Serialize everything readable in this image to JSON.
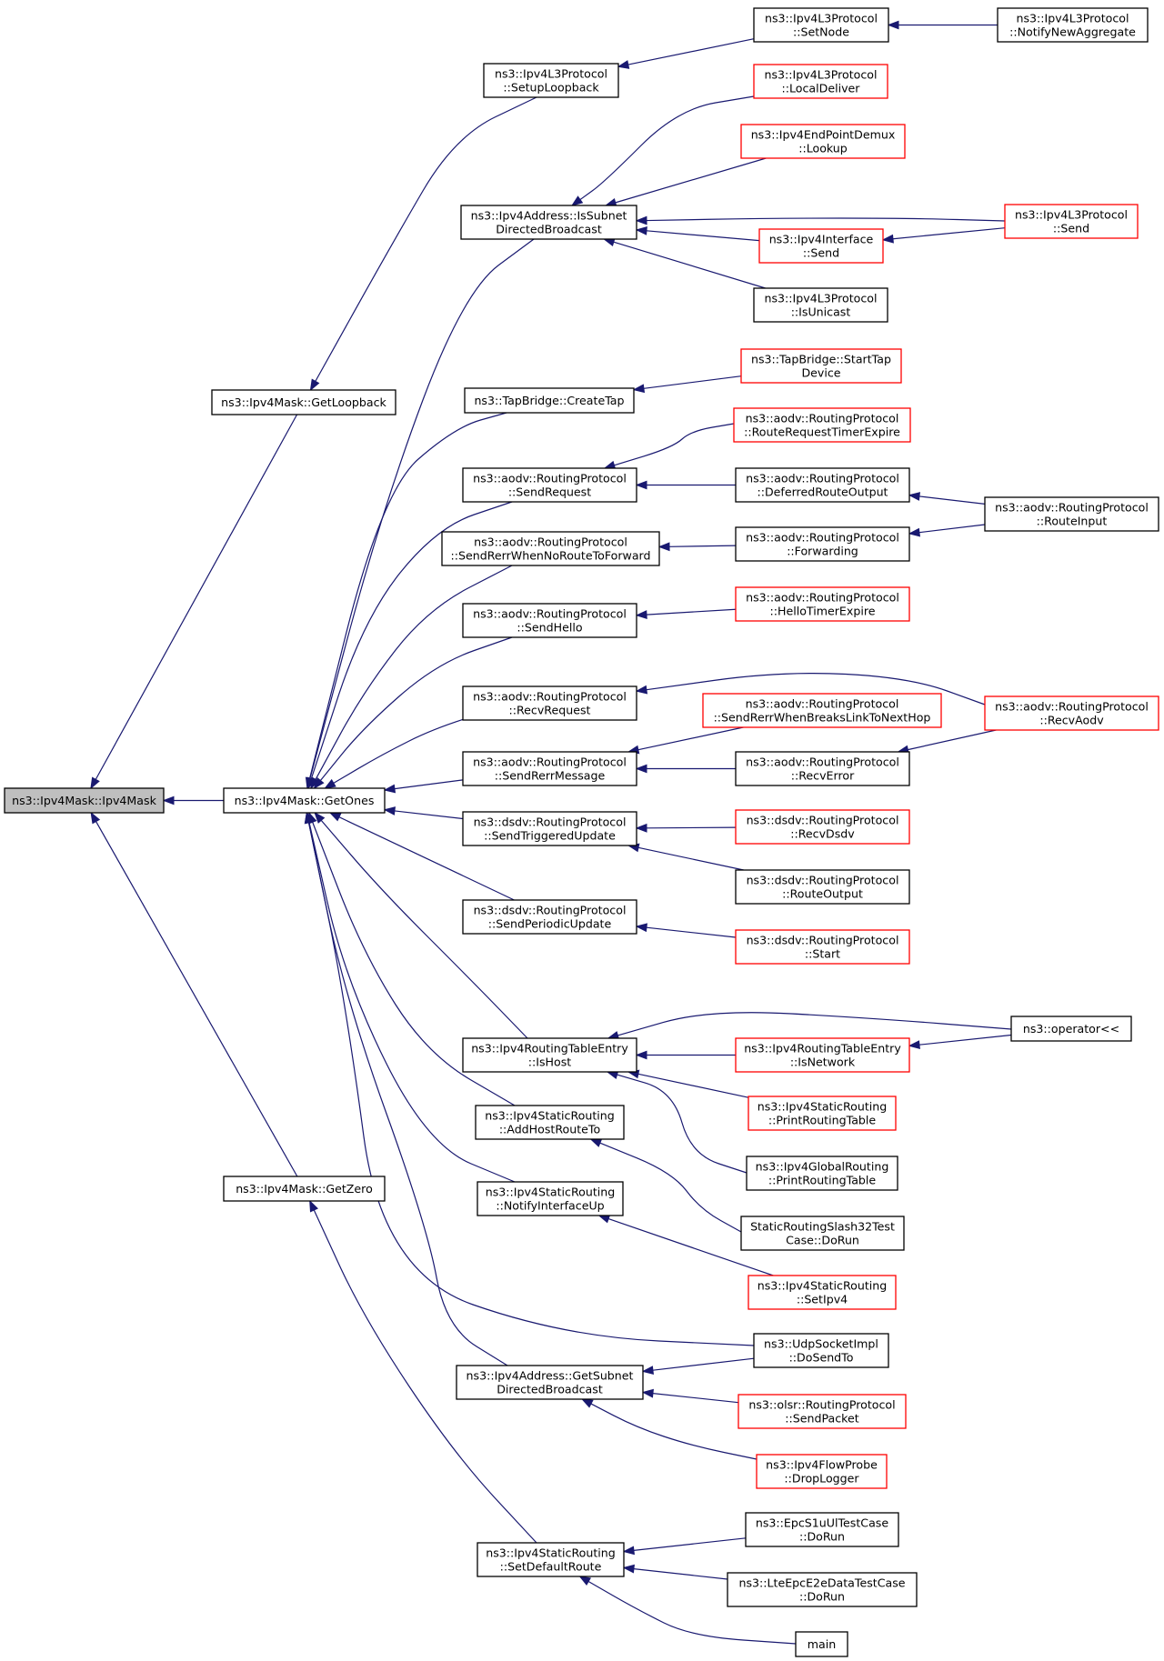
{
  "nodes": [
    {
      "id": "root",
      "lines": [
        "ns3::Ipv4Mask::Ipv4Mask"
      ],
      "style": "root"
    },
    {
      "id": "getloopback",
      "lines": [
        "ns3::Ipv4Mask::GetLoopback"
      ],
      "style": "black"
    },
    {
      "id": "getones",
      "lines": [
        "ns3::Ipv4Mask::GetOnes"
      ],
      "style": "black"
    },
    {
      "id": "getzero",
      "lines": [
        "ns3::Ipv4Mask::GetZero"
      ],
      "style": "black"
    },
    {
      "id": "setuploopback",
      "lines": [
        "ns3::Ipv4L3Protocol",
        "::SetupLoopback"
      ],
      "style": "black"
    },
    {
      "id": "setnode",
      "lines": [
        "ns3::Ipv4L3Protocol",
        "::SetNode"
      ],
      "style": "black"
    },
    {
      "id": "notifynewagg",
      "lines": [
        "ns3::Ipv4L3Protocol",
        "::NotifyNewAggregate"
      ],
      "style": "black"
    },
    {
      "id": "issubnet",
      "lines": [
        "ns3::Ipv4Address::IsSubnet",
        "DirectedBroadcast"
      ],
      "style": "black"
    },
    {
      "id": "localdeliver",
      "lines": [
        "ns3::Ipv4L3Protocol",
        "::LocalDeliver"
      ],
      "style": "red"
    },
    {
      "id": "lookup",
      "lines": [
        "ns3::Ipv4EndPointDemux",
        "::Lookup"
      ],
      "style": "red"
    },
    {
      "id": "ifsend",
      "lines": [
        "ns3::Ipv4Interface",
        "::Send"
      ],
      "style": "red"
    },
    {
      "id": "l3send",
      "lines": [
        "ns3::Ipv4L3Protocol",
        "::Send"
      ],
      "style": "red"
    },
    {
      "id": "isunicast",
      "lines": [
        "ns3::Ipv4L3Protocol",
        "::IsUnicast"
      ],
      "style": "black"
    },
    {
      "id": "createtap",
      "lines": [
        "ns3::TapBridge::CreateTap"
      ],
      "style": "black"
    },
    {
      "id": "starttap",
      "lines": [
        "ns3::TapBridge::StartTap",
        "Device"
      ],
      "style": "red"
    },
    {
      "id": "sendrequest",
      "lines": [
        "ns3::aodv::RoutingProtocol",
        "::SendRequest"
      ],
      "style": "black"
    },
    {
      "id": "rrtexpire",
      "lines": [
        "ns3::aodv::RoutingProtocol",
        "::RouteRequestTimerExpire"
      ],
      "style": "red"
    },
    {
      "id": "deferred",
      "lines": [
        "ns3::aodv::RoutingProtocol",
        "::DeferredRouteOutput"
      ],
      "style": "black"
    },
    {
      "id": "routeinput",
      "lines": [
        "ns3::aodv::RoutingProtocol",
        "::RouteInput"
      ],
      "style": "black"
    },
    {
      "id": "sendrerrnoroute",
      "lines": [
        "ns3::aodv::RoutingProtocol",
        "::SendRerrWhenNoRouteToForward"
      ],
      "style": "black"
    },
    {
      "id": "forwarding",
      "lines": [
        "ns3::aodv::RoutingProtocol",
        "::Forwarding"
      ],
      "style": "black"
    },
    {
      "id": "sendhello",
      "lines": [
        "ns3::aodv::RoutingProtocol",
        "::SendHello"
      ],
      "style": "black"
    },
    {
      "id": "hellotimer",
      "lines": [
        "ns3::aodv::RoutingProtocol",
        "::HelloTimerExpire"
      ],
      "style": "red"
    },
    {
      "id": "recvrequest",
      "lines": [
        "ns3::aodv::RoutingProtocol",
        "::RecvRequest"
      ],
      "style": "black"
    },
    {
      "id": "sendrerrbreaks",
      "lines": [
        "ns3::aodv::RoutingProtocol",
        "::SendRerrWhenBreaksLinkToNextHop"
      ],
      "style": "red"
    },
    {
      "id": "recvaodv",
      "lines": [
        "ns3::aodv::RoutingProtocol",
        "::RecvAodv"
      ],
      "style": "red"
    },
    {
      "id": "sendrerrmsg",
      "lines": [
        "ns3::aodv::RoutingProtocol",
        "::SendRerrMessage"
      ],
      "style": "black"
    },
    {
      "id": "recverror",
      "lines": [
        "ns3::aodv::RoutingProtocol",
        "::RecvError"
      ],
      "style": "black"
    },
    {
      "id": "sendtriggered",
      "lines": [
        "ns3::dsdv::RoutingProtocol",
        "::SendTriggeredUpdate"
      ],
      "style": "black"
    },
    {
      "id": "recvdsdv",
      "lines": [
        "ns3::dsdv::RoutingProtocol",
        "::RecvDsdv"
      ],
      "style": "red"
    },
    {
      "id": "routeoutput",
      "lines": [
        "ns3::dsdv::RoutingProtocol",
        "::RouteOutput"
      ],
      "style": "black"
    },
    {
      "id": "sendperiodic",
      "lines": [
        "ns3::dsdv::RoutingProtocol",
        "::SendPeriodicUpdate"
      ],
      "style": "black"
    },
    {
      "id": "dsdvstart",
      "lines": [
        "ns3::dsdv::RoutingProtocol",
        "::Start"
      ],
      "style": "red"
    },
    {
      "id": "ishost",
      "lines": [
        "ns3::Ipv4RoutingTableEntry",
        "::IsHost"
      ],
      "style": "black"
    },
    {
      "id": "operatorlt",
      "lines": [
        "ns3::operator<<"
      ],
      "style": "black"
    },
    {
      "id": "isnetwork",
      "lines": [
        "ns3::Ipv4RoutingTableEntry",
        "::IsNetwork"
      ],
      "style": "red"
    },
    {
      "id": "staticprt",
      "lines": [
        "ns3::Ipv4StaticRouting",
        "::PrintRoutingTable"
      ],
      "style": "red"
    },
    {
      "id": "globalprt",
      "lines": [
        "ns3::Ipv4GlobalRouting",
        "::PrintRoutingTable"
      ],
      "style": "black"
    },
    {
      "id": "addhost",
      "lines": [
        "ns3::Ipv4StaticRouting",
        "::AddHostRouteTo"
      ],
      "style": "black"
    },
    {
      "id": "slash32",
      "lines": [
        "StaticRoutingSlash32Test",
        "Case::DoRun"
      ],
      "style": "black"
    },
    {
      "id": "notifyifup",
      "lines": [
        "ns3::Ipv4StaticRouting",
        "::NotifyInterfaceUp"
      ],
      "style": "black"
    },
    {
      "id": "setipv4",
      "lines": [
        "ns3::Ipv4StaticRouting",
        "::SetIpv4"
      ],
      "style": "red"
    },
    {
      "id": "udpdosendto",
      "lines": [
        "ns3::UdpSocketImpl",
        "::DoSendTo"
      ],
      "style": "black"
    },
    {
      "id": "getsubnet",
      "lines": [
        "ns3::Ipv4Address::GetSubnet",
        "DirectedBroadcast"
      ],
      "style": "black"
    },
    {
      "id": "olsrsend",
      "lines": [
        "ns3::olsr::RoutingProtocol",
        "::SendPacket"
      ],
      "style": "red"
    },
    {
      "id": "droplogger",
      "lines": [
        "ns3::Ipv4FlowProbe",
        "::DropLogger"
      ],
      "style": "red"
    },
    {
      "id": "setdefault",
      "lines": [
        "ns3::Ipv4StaticRouting",
        "::SetDefaultRoute"
      ],
      "style": "black"
    },
    {
      "id": "epcs1u",
      "lines": [
        "ns3::EpcS1uUlTestCase",
        "::DoRun"
      ],
      "style": "black"
    },
    {
      "id": "lteepc",
      "lines": [
        "ns3::LteEpcE2eDataTestCase",
        "::DoRun"
      ],
      "style": "black"
    },
    {
      "id": "main",
      "lines": [
        "main"
      ],
      "style": "black"
    }
  ],
  "edges": [
    {
      "from": "getloopback",
      "to": "root"
    },
    {
      "from": "getones",
      "to": "root"
    },
    {
      "from": "getzero",
      "to": "root"
    },
    {
      "from": "setuploopback",
      "to": "getloopback"
    },
    {
      "from": "setnode",
      "to": "setuploopback"
    },
    {
      "from": "notifynewagg",
      "to": "setnode"
    },
    {
      "from": "issubnet",
      "to": "getones"
    },
    {
      "from": "localdeliver",
      "to": "issubnet"
    },
    {
      "from": "lookup",
      "to": "issubnet"
    },
    {
      "from": "l3send",
      "to": "issubnet"
    },
    {
      "from": "ifsend",
      "to": "issubnet"
    },
    {
      "from": "isunicast",
      "to": "issubnet"
    },
    {
      "from": "l3send",
      "to": "ifsend"
    },
    {
      "from": "createtap",
      "to": "getones"
    },
    {
      "from": "starttap",
      "to": "createtap"
    },
    {
      "from": "sendrequest",
      "to": "getones"
    },
    {
      "from": "rrtexpire",
      "to": "sendrequest"
    },
    {
      "from": "deferred",
      "to": "sendrequest"
    },
    {
      "from": "routeinput",
      "to": "deferred"
    },
    {
      "from": "sendrerrnoroute",
      "to": "getones"
    },
    {
      "from": "forwarding",
      "to": "sendrerrnoroute"
    },
    {
      "from": "routeinput",
      "to": "forwarding"
    },
    {
      "from": "sendhello",
      "to": "getones"
    },
    {
      "from": "hellotimer",
      "to": "sendhello"
    },
    {
      "from": "recvrequest",
      "to": "getones"
    },
    {
      "from": "recvaodv",
      "to": "recvrequest"
    },
    {
      "from": "sendrerrmsg",
      "to": "getones"
    },
    {
      "from": "sendrerrbreaks",
      "to": "sendrerrmsg"
    },
    {
      "from": "recverror",
      "to": "sendrerrmsg"
    },
    {
      "from": "recvaodv",
      "to": "recverror"
    },
    {
      "from": "sendtriggered",
      "to": "getones"
    },
    {
      "from": "recvdsdv",
      "to": "sendtriggered"
    },
    {
      "from": "routeoutput",
      "to": "sendtriggered"
    },
    {
      "from": "sendperiodic",
      "to": "getones"
    },
    {
      "from": "dsdvstart",
      "to": "sendperiodic"
    },
    {
      "from": "ishost",
      "to": "getones"
    },
    {
      "from": "operatorlt",
      "to": "ishost"
    },
    {
      "from": "isnetwork",
      "to": "ishost"
    },
    {
      "from": "operatorlt",
      "to": "isnetwork"
    },
    {
      "from": "staticprt",
      "to": "ishost"
    },
    {
      "from": "globalprt",
      "to": "ishost"
    },
    {
      "from": "addhost",
      "to": "getones"
    },
    {
      "from": "slash32",
      "to": "addhost"
    },
    {
      "from": "notifyifup",
      "to": "getones"
    },
    {
      "from": "setipv4",
      "to": "notifyifup"
    },
    {
      "from": "udpdosendto",
      "to": "getones"
    },
    {
      "from": "getsubnet",
      "to": "getones"
    },
    {
      "from": "udpdosendto",
      "to": "getsubnet"
    },
    {
      "from": "olsrsend",
      "to": "getsubnet"
    },
    {
      "from": "droplogger",
      "to": "getsubnet"
    },
    {
      "from": "setdefault",
      "to": "getzero"
    },
    {
      "from": "epcs1u",
      "to": "setdefault"
    },
    {
      "from": "lteepc",
      "to": "setdefault"
    },
    {
      "from": "main",
      "to": "setdefault"
    }
  ]
}
